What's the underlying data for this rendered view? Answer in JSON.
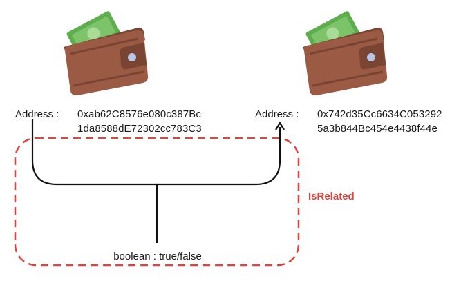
{
  "sender": {
    "address_label": "Address :",
    "address_line1": "0xab62C8576e080c387Bc",
    "address_line2": "1da8588dE72302cc783C3"
  },
  "receiver": {
    "address_label": "Address :",
    "address_line1": "0x742d35Cc6634C053292",
    "address_line2": "5a3b844Bc454e4438f44e"
  },
  "relation": {
    "label": "IsRelated",
    "result": "boolean : true/false"
  },
  "colors": {
    "accent_red": "#d9453d",
    "line": "#111111",
    "wallet_brown": "#9a5a44",
    "wallet_dark": "#7a4433",
    "cash_green": "#5fae4e",
    "clasp": "#b9c6e6"
  },
  "icons": {
    "wallet": "wallet-icon"
  }
}
